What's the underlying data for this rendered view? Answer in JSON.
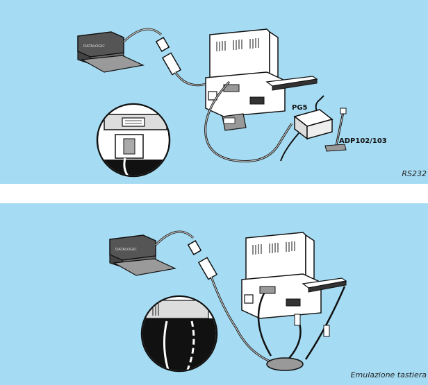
{
  "diagrams": [
    {
      "caption": "RS232",
      "labels": {
        "power_supply": "PG5",
        "adapter": "ADP102/103"
      }
    },
    {
      "caption": "Emulazione tastiera"
    }
  ],
  "reader_brand": "DATALOGIC",
  "colors": {
    "panel_bg": "#a6dcf3",
    "line": "#1a1a1a",
    "device_fill": "#ffffff",
    "reader_fill": "#555555"
  }
}
